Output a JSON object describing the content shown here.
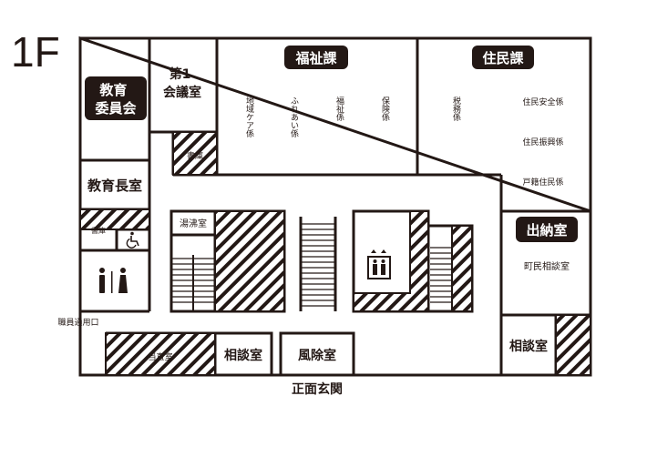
{
  "floor_label": "1F",
  "departments": {
    "kyoiku_iinkai": "教育\n委員会",
    "fukushi": "福祉課",
    "jumin": "住民課",
    "suito": "出納室"
  },
  "rooms": {
    "kaigishitsu": "第1\n会議室",
    "shoko_1": "書庫",
    "shoko_2": "書庫",
    "kyoikucho": "教育長室",
    "yuwakashi": "湯沸室",
    "tochoku": "当直室",
    "sodan_1": "相談室",
    "fujo": "風除室",
    "sodan_2": "相談室",
    "chomin_sodan": "町民相談室"
  },
  "sections": {
    "fukushi": [
      "地域ケア係",
      "ふれあい係",
      "福祉係",
      "保険係"
    ],
    "zeimu": "税務係",
    "jumin": [
      "住民安全係",
      "住民振興係",
      "戸籍住民係"
    ]
  },
  "labels": {
    "staff_entrance": "職員通用口",
    "main_entrance": "正面玄関"
  },
  "icons": {
    "accessible": "wheelchair-icon",
    "restroom": "restroom-icon",
    "elevator": "elevator-icon"
  },
  "colors": {
    "ink": "#231815",
    "paper": "#ffffff"
  }
}
